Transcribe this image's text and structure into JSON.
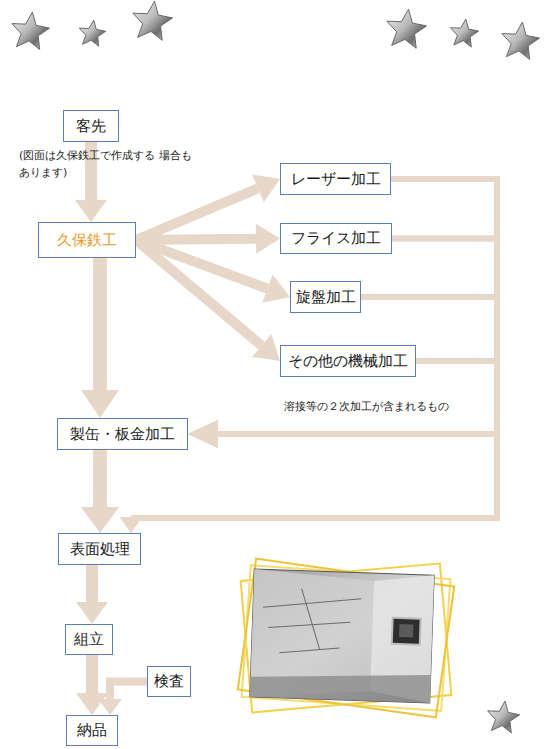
{
  "diagram": {
    "nodes": [
      {
        "text": [
          "客先"
        ]
      },
      {
        "text": [
          "久保鉄工"
        ]
      },
      {
        "text": [
          "レーザー加工"
        ]
      },
      {
        "text": [
          "フライス加工"
        ]
      },
      {
        "text": [
          "旋盤加工"
        ]
      },
      {
        "text": [
          "その他の機械加工"
        ]
      },
      {
        "text": [
          "製缶・板金加工"
        ]
      },
      {
        "text": [
          "表面処理"
        ]
      },
      {
        "text": [
          "組立"
        ]
      },
      {
        "text": [
          "検査"
        ]
      },
      {
        "text": [
          "納品"
        ]
      }
    ],
    "edges": [
      {
        "from": 0,
        "to": 1,
        "arrow": "to"
      },
      {
        "from": 1,
        "to": 2,
        "arrow": "to"
      },
      {
        "from": 1,
        "to": 3,
        "arrow": "to"
      },
      {
        "from": 1,
        "to": 4,
        "arrow": "to"
      },
      {
        "from": 1,
        "to": 5,
        "arrow": "to"
      },
      {
        "from": 1,
        "to": 6,
        "arrow": "to"
      },
      {
        "from": 2,
        "to": 6,
        "arrow": "to"
      },
      {
        "from": 3,
        "to": 6,
        "arrow": "to"
      },
      {
        "from": 4,
        "to": 6,
        "arrow": "to"
      },
      {
        "from": 5,
        "to": 6,
        "arrow": "to"
      },
      {
        "from": 2,
        "to": 7,
        "arrow": "to"
      },
      {
        "from": 3,
        "to": 7,
        "arrow": "to"
      },
      {
        "from": 4,
        "to": 7,
        "arrow": "to"
      },
      {
        "from": 5,
        "to": 7,
        "arrow": "to"
      },
      {
        "from": 6,
        "to": 7,
        "arrow": "to"
      },
      {
        "from": 7,
        "to": 8,
        "arrow": "to"
      },
      {
        "from": 8,
        "to": 10,
        "arrow": "to"
      },
      {
        "from": 9,
        "to": 10,
        "arrow": "to"
      }
    ],
    "labels": [
      "(図面は久保鉄工で作成する 場合もあります)",
      "溶接等の２次加工が含まれるもの"
    ]
  }
}
